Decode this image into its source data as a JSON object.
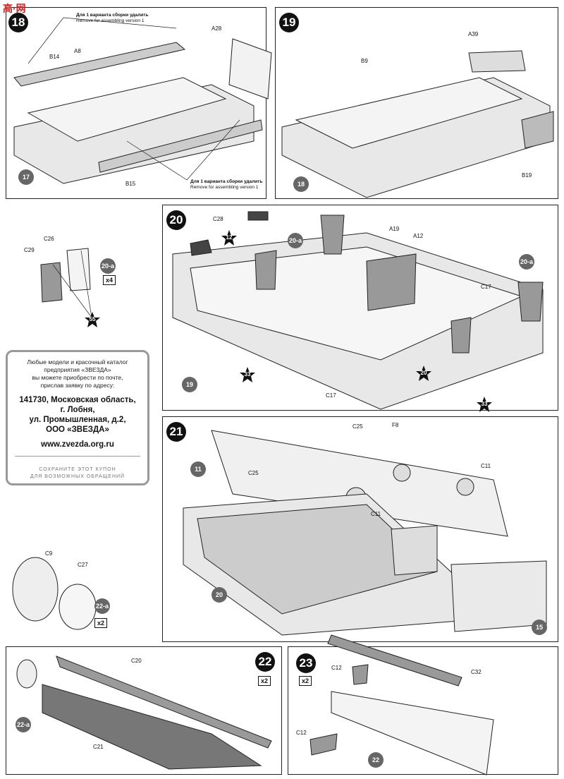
{
  "header": {
    "logo_text": "高·网"
  },
  "steps": {
    "s18": "18",
    "s19": "19",
    "s20": "20",
    "s21": "21",
    "s22": "22",
    "s23": "23"
  },
  "notes": {
    "remove_ru": "Для 1 варианта сборки удалить",
    "remove_en": "Remove for assembling version 1"
  },
  "parts": {
    "A28": "A28",
    "A8": "A8",
    "B14": "B14",
    "B15": "B15",
    "B9": "B9",
    "A39": "A39",
    "B19": "B19",
    "C28": "C28",
    "A19": "A19",
    "A12": "A12",
    "C17": "C17",
    "C17b": "C17",
    "F8": "F8",
    "C26": "C26",
    "C29": "C29",
    "C25": "C25",
    "C25b": "C25",
    "C11": "C11",
    "C11b": "C11",
    "C9": "C9",
    "C27": "C27",
    "C20": "C20",
    "C21": "C21",
    "C12": "C12",
    "C12b": "C12",
    "C32": "C32"
  },
  "refs": {
    "r17": "17",
    "r18": "18",
    "r19": "19",
    "r20": "20",
    "r11": "11",
    "r15": "15",
    "r22": "22",
    "r20a1": "20-a",
    "r20a2": "20-a",
    "r20a3": "20-a",
    "r22a1": "22-a",
    "r22a2": "22-a",
    "cement12": "12",
    "cement33a": "33",
    "cement33b": "33",
    "cement55": "55",
    "cement20": "20"
  },
  "multipliers": {
    "x4": "x4",
    "x2a": "x2",
    "x2b": "x2",
    "x2c": "x2"
  },
  "coupon": {
    "intro_line1": "Любые модели и красочный каталог",
    "intro_line2": "предприятия «ЗВЕЗДА»",
    "intro_line3": "вы можете приобрести по почте,",
    "intro_line4": "прислав заявку по адресу:",
    "addr_line1": "141730, Московская область,",
    "addr_line2": "г. Лобня,",
    "addr_line3": "ул. Промышленная, д.2,",
    "addr_line4": "ООО «ЗВЕЗДА»",
    "website": "www.zvezda.org.ru",
    "footer_line1": "СОХРАНИТЕ ЭТОТ КУПОН",
    "footer_line2": "ДЛЯ ВОЗМОЖНЫХ ОБРАЩЕНИЙ"
  },
  "colors": {
    "part_gray": "#9a9a9a",
    "dark_gray": "#555555",
    "badge": "#111111",
    "ref_circle": "#666666"
  }
}
